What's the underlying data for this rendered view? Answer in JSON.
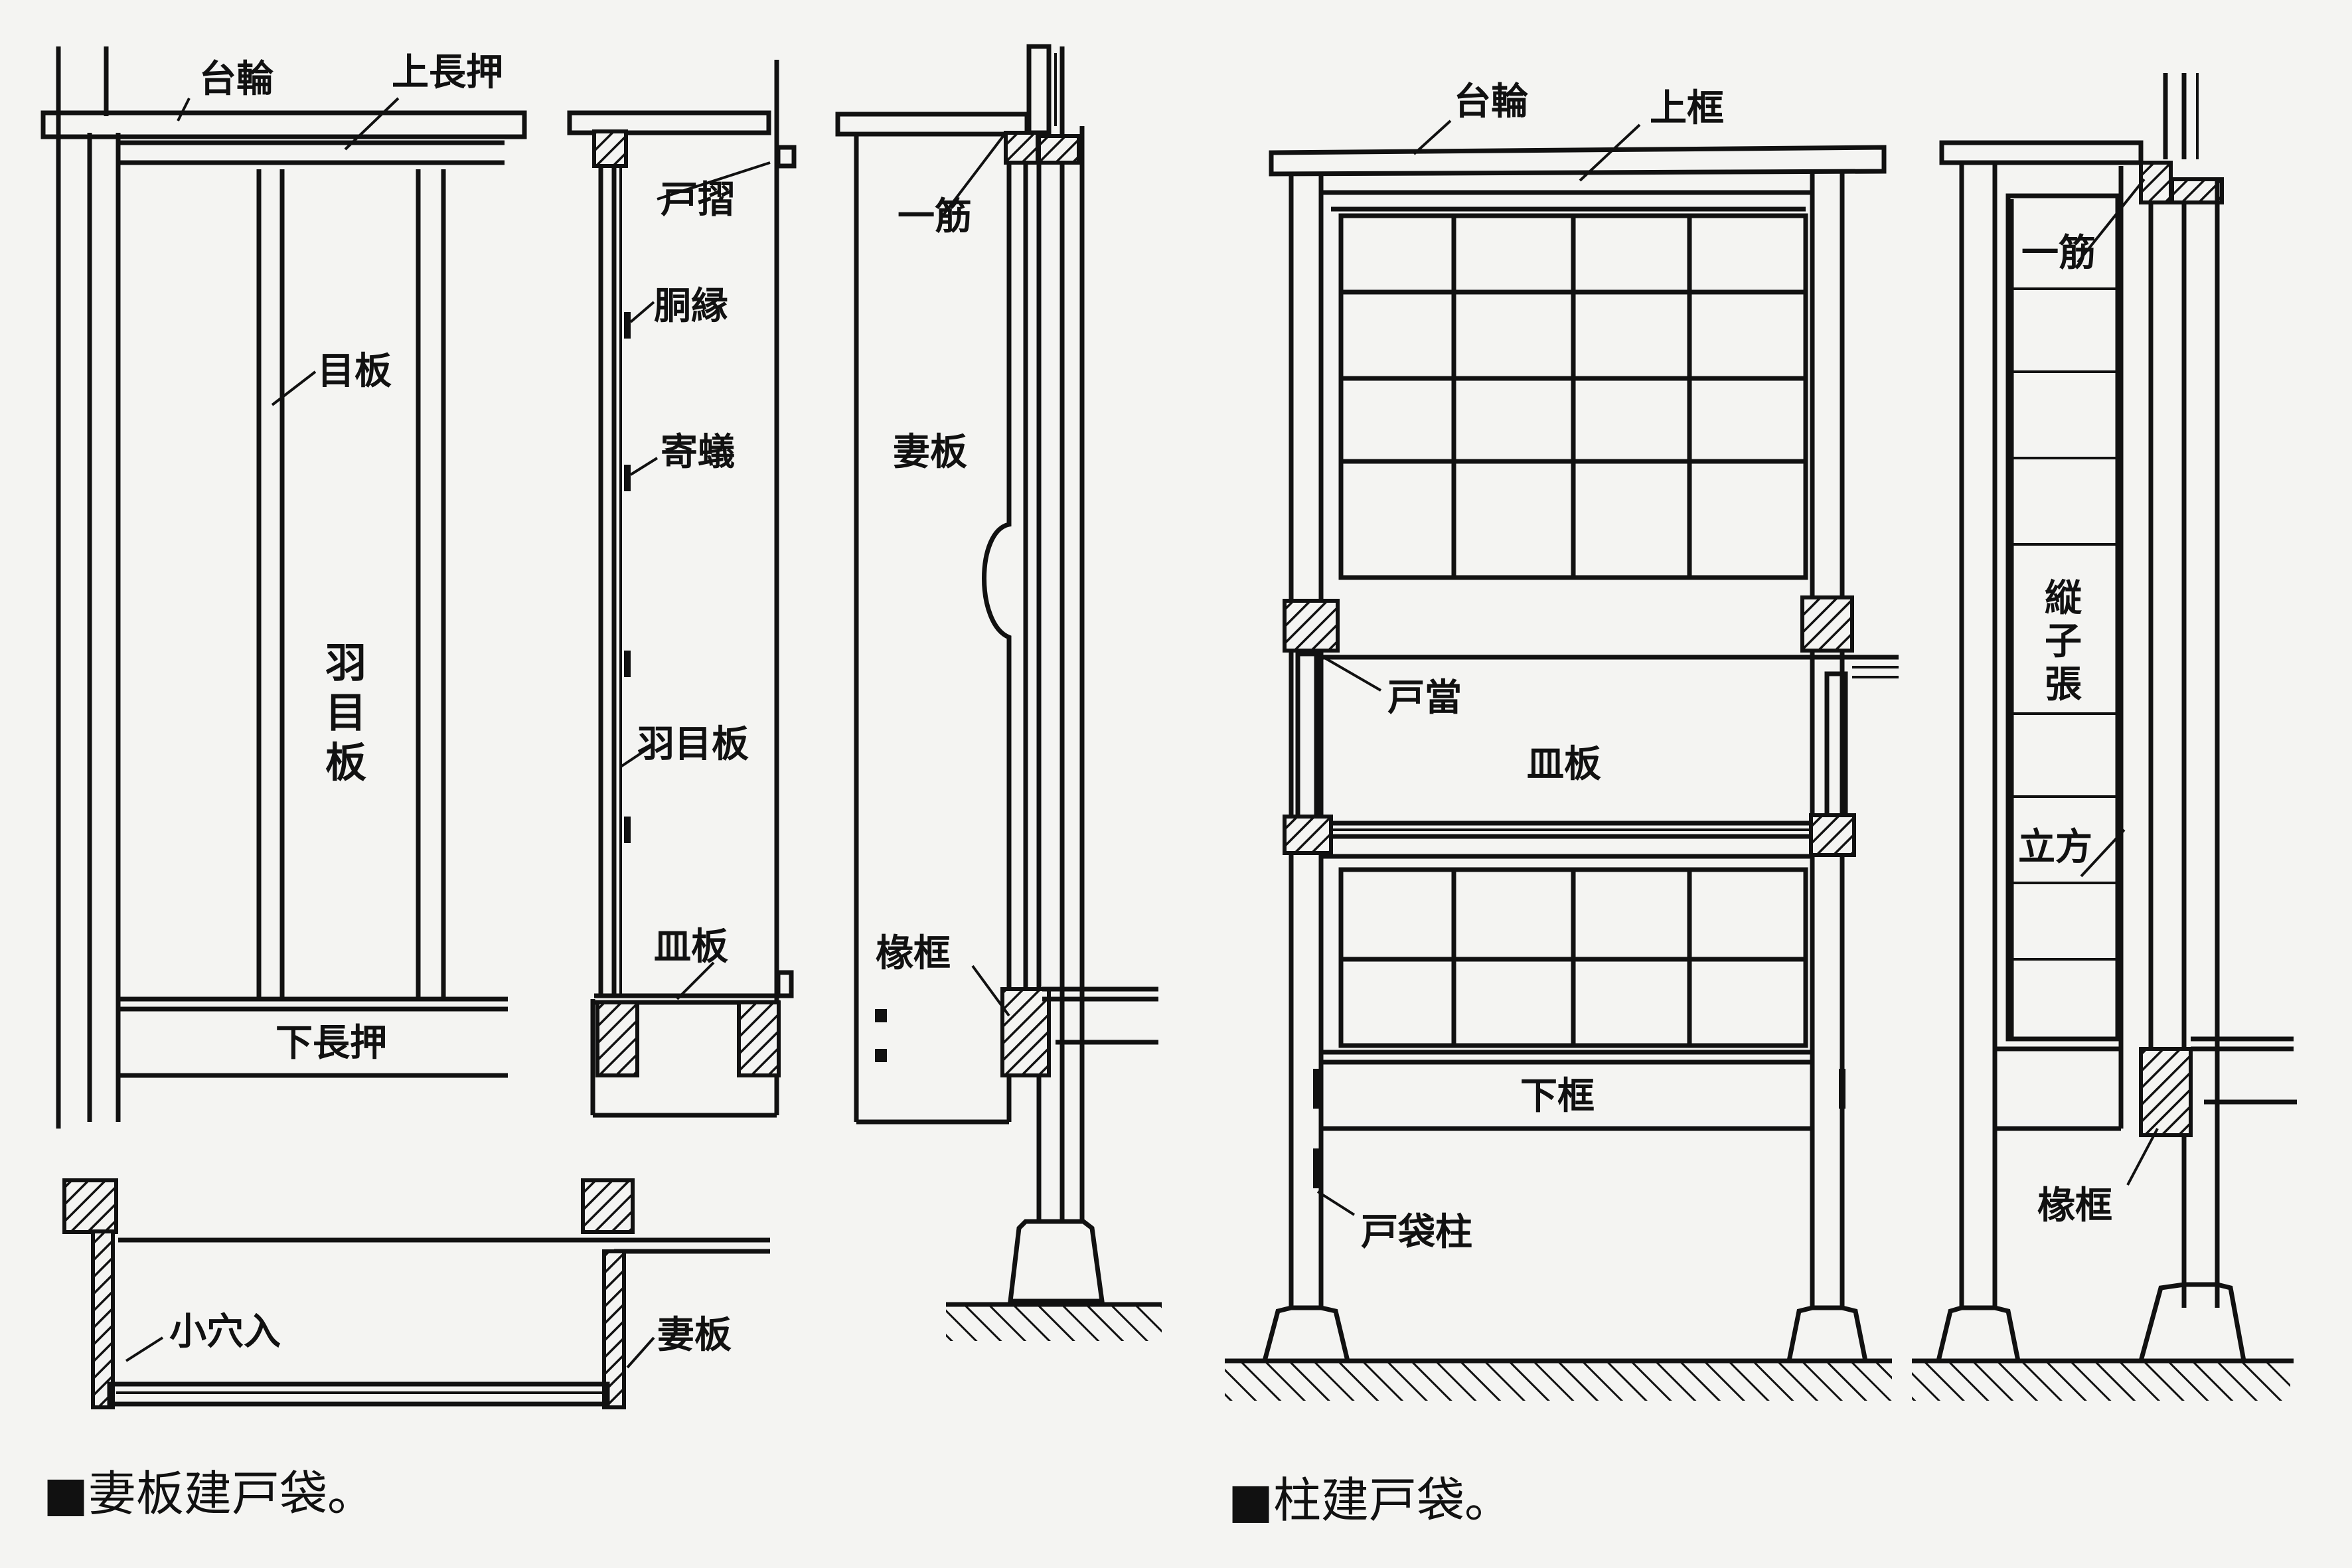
{
  "left_figure": {
    "caption": "■妻板建戸袋。",
    "labels": {
      "dai_wa": "台輪",
      "kami_nageshi": "上長押",
      "me_ita": "目板",
      "ha_me_ita_vertical": [
        "羽",
        "目",
        "板"
      ],
      "shimo_nageshi": "下長押",
      "to_atari_top": "戸摺",
      "dou_buchi": "胴縁",
      "yose_ari": "寄蟻",
      "ha_me_ita_section": "羽目板",
      "sara_ita_section": "皿板",
      "tsuma_ita_elev": "妻板",
      "hito_suji": "一筋",
      "en_gamachi": "椽框",
      "ko_ana_ire": "小穴入",
      "tsuma_ita_plan": "妻板"
    }
  },
  "right_figure": {
    "caption": "■柱建戸袋。",
    "labels": {
      "dai_wa": "台輪",
      "kami_gamachi": "上框",
      "to_atari": "戸當",
      "sara_ita": "皿板",
      "shimo_gamachi": "下框",
      "to_bukuro_bashira": "戸袋柱",
      "hito_suji": "一筋",
      "vertical_note": [
        "縦",
        "子",
        "張"
      ],
      "tate_kata": "立方",
      "en_gamachi": "椽框"
    }
  }
}
